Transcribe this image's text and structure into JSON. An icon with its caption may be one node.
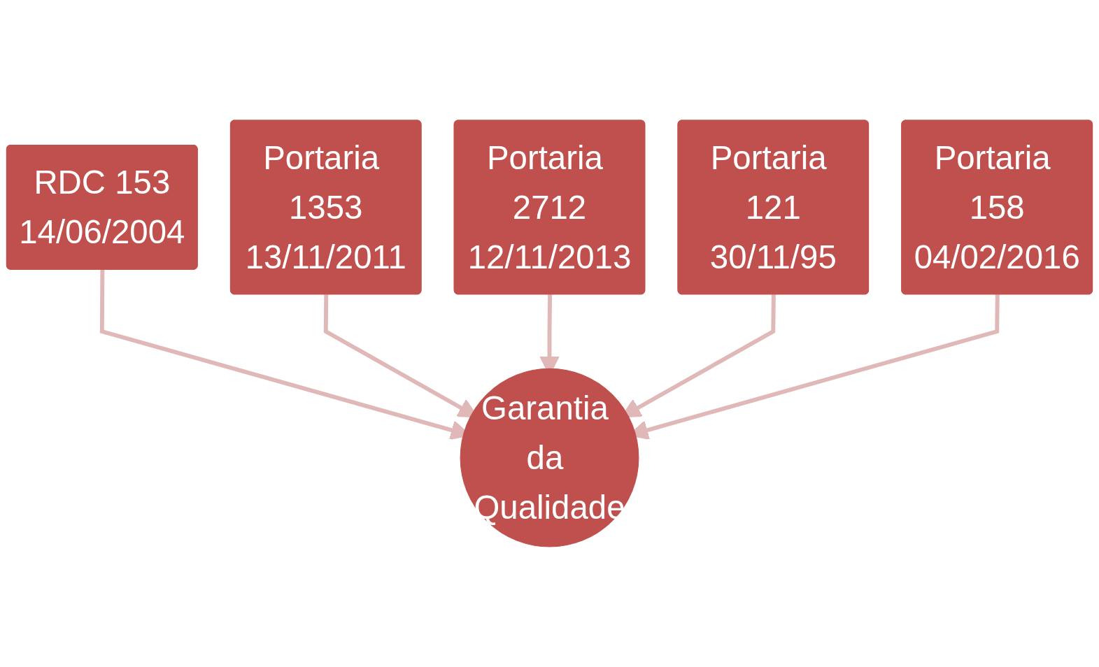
{
  "diagram": {
    "nodes": [
      {
        "text": [
          "RDC 153",
          "14/06/2004"
        ]
      },
      {
        "text": [
          "Portaria 1353",
          "13/11/2011"
        ]
      },
      {
        "text": [
          "Portaria 2712",
          "12/11/2013"
        ]
      },
      {
        "text": [
          "Portaria 121",
          "30/11/95"
        ]
      },
      {
        "text": [
          "Garantia da Qualidade"
        ]
      },
      {
        "text": [
          "Portaria 158",
          "04/02/2016"
        ]
      }
    ],
    "edges": [
      {
        "from": 0,
        "to": 4,
        "arrow": "to"
      },
      {
        "from": 1,
        "to": 4,
        "arrow": "to"
      },
      {
        "from": 2,
        "to": 4,
        "arrow": "to"
      },
      {
        "from": 3,
        "to": 4,
        "arrow": "to"
      },
      {
        "from": 5,
        "to": 4,
        "arrow": "to"
      }
    ]
  }
}
